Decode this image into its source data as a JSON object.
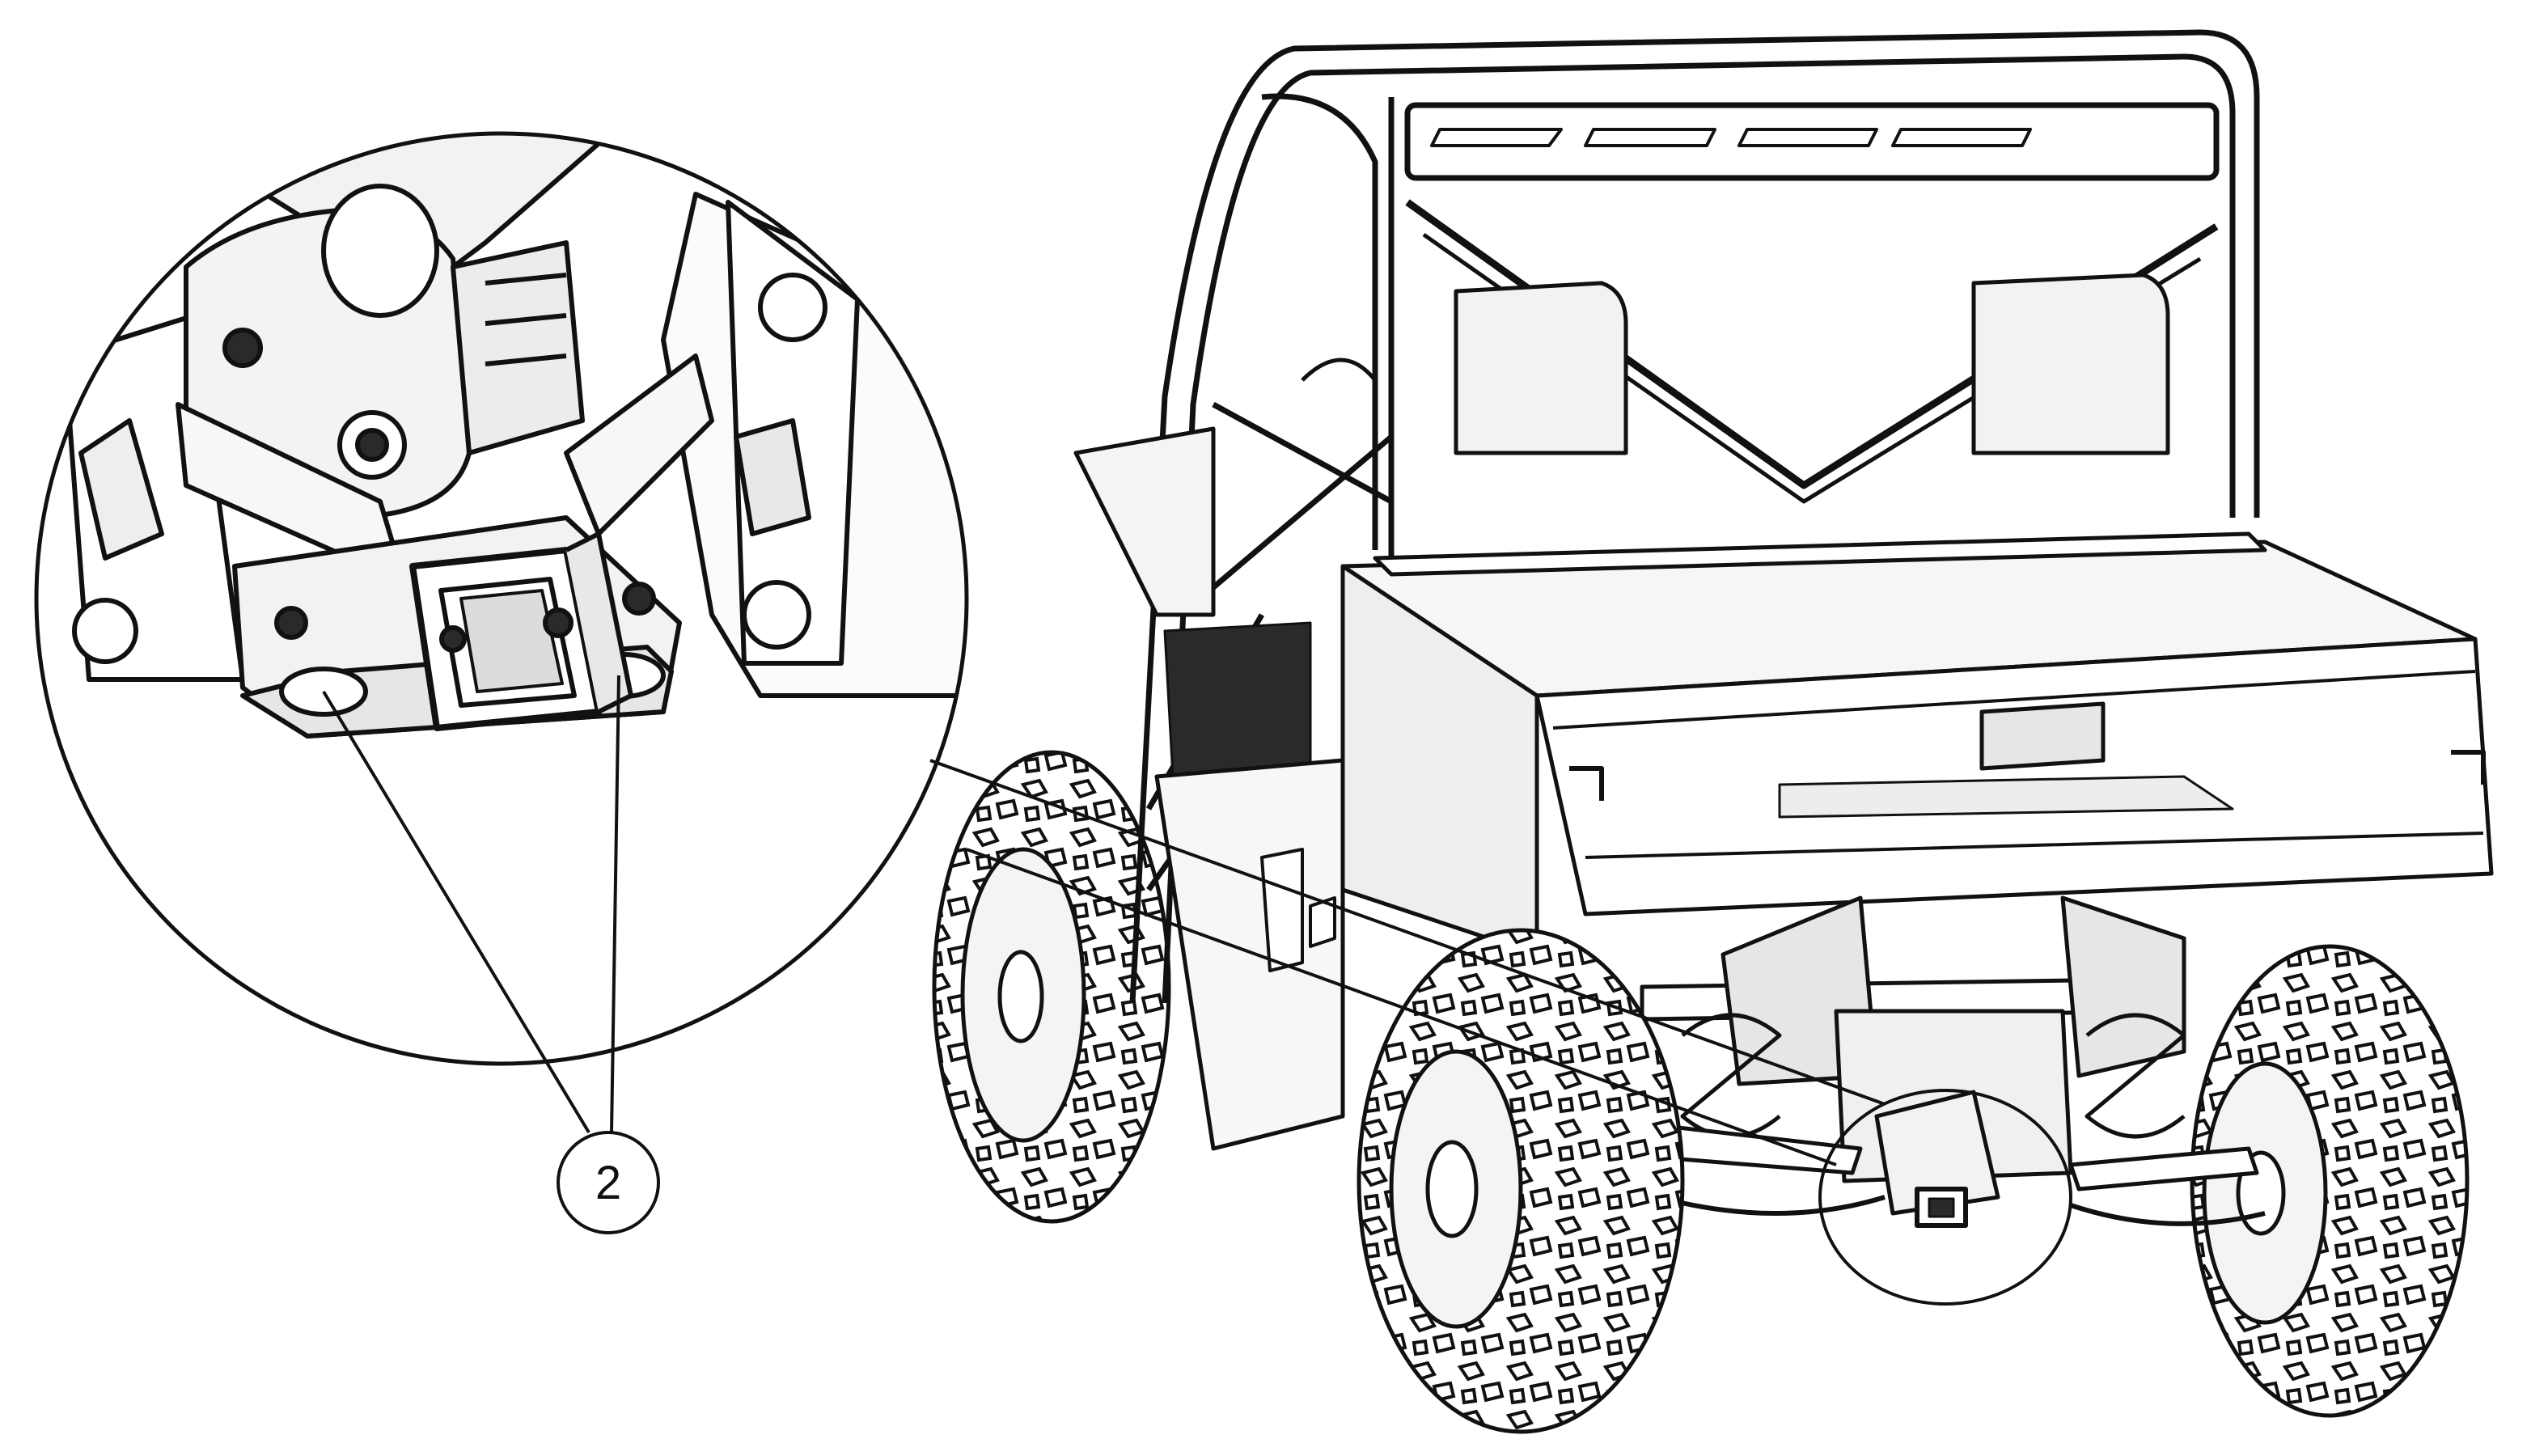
{
  "callout": {
    "label": "2"
  },
  "colors": {
    "ink": "#111111",
    "paper": "#ffffff",
    "shade_light": "#f2f2f2",
    "shade_mid": "#dcdcdc",
    "shade_dark": "#2a2a2a"
  },
  "figure": {
    "subject": "utility-vehicle-rear-three-quarter",
    "detail": "receiver-hitch-magnified"
  }
}
